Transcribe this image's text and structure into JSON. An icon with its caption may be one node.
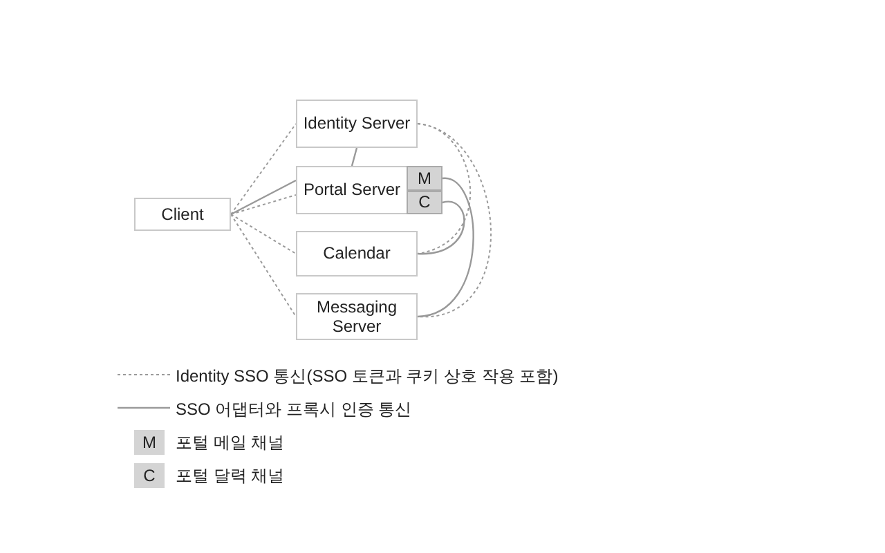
{
  "diagram": {
    "nodes": [
      {
        "text": [
          "Identity Server"
        ]
      },
      {
        "text": [
          "Portal Server"
        ]
      },
      {
        "text": [
          "M"
        ]
      },
      {
        "text": [
          "C"
        ]
      },
      {
        "text": [
          "Client"
        ]
      },
      {
        "text": [
          "Calendar"
        ]
      },
      {
        "text": [
          "Messaging Server"
        ]
      }
    ],
    "edges": [
      {
        "from": 4,
        "to": 0,
        "arrow": "none",
        "style": "dashed"
      },
      {
        "from": 4,
        "to": 1,
        "arrow": "none"
      },
      {
        "from": 4,
        "to": 1,
        "arrow": "none",
        "style": "dashed"
      },
      {
        "from": 4,
        "to": 5,
        "arrow": "none",
        "style": "dashed"
      },
      {
        "from": 4,
        "to": 6,
        "arrow": "none",
        "style": "dashed"
      },
      {
        "from": 0,
        "to": 1,
        "arrow": "none"
      },
      {
        "from": 0,
        "to": 5,
        "arrow": "none",
        "style": "dashed"
      },
      {
        "from": 0,
        "to": 6,
        "arrow": "none",
        "style": "dashed"
      },
      {
        "from": 2,
        "to": 6,
        "arrow": "none"
      },
      {
        "from": 3,
        "to": 5,
        "arrow": "none"
      }
    ],
    "labels": [
      "M",
      "C"
    ],
    "legend": [
      {
        "text": "Identity SSO 통신(SSO 토큰과 쿠키 상호 작용 포함)"
      },
      {
        "text": "SSO 어댑터와 프록시 인증 통신"
      },
      {
        "text": "포털 메일 채널",
        "color": "#d4d4d4"
      },
      {
        "text": "포털 달력 채널",
        "color": "#d4d4d4"
      }
    ]
  }
}
